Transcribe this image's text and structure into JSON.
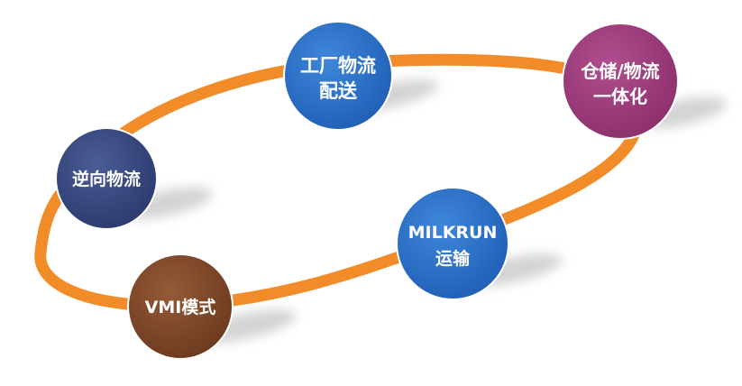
{
  "diagram": {
    "ring_color": "#F28C28",
    "nodes": [
      {
        "id": "factory",
        "lines": [
          "工厂物流",
          "配送"
        ],
        "color": "#1f5fb5",
        "color_light": "#3f86d9"
      },
      {
        "id": "warehouse",
        "lines": [
          "仓储/物流",
          "一体化"
        ],
        "color": "#8c2f6b",
        "color_light": "#b04f8f"
      },
      {
        "id": "reverse",
        "lines": [
          "逆向物流"
        ],
        "color": "#2b3a6e",
        "color_light": "#4a5c94"
      },
      {
        "id": "milkrun",
        "lines": [
          "MILKRUN",
          "运输"
        ],
        "color": "#1f5fb5",
        "color_light": "#3f86d9"
      },
      {
        "id": "vmi",
        "lines": [
          "VMI模式"
        ],
        "color": "#6b3a1f",
        "color_light": "#955a36"
      }
    ]
  }
}
